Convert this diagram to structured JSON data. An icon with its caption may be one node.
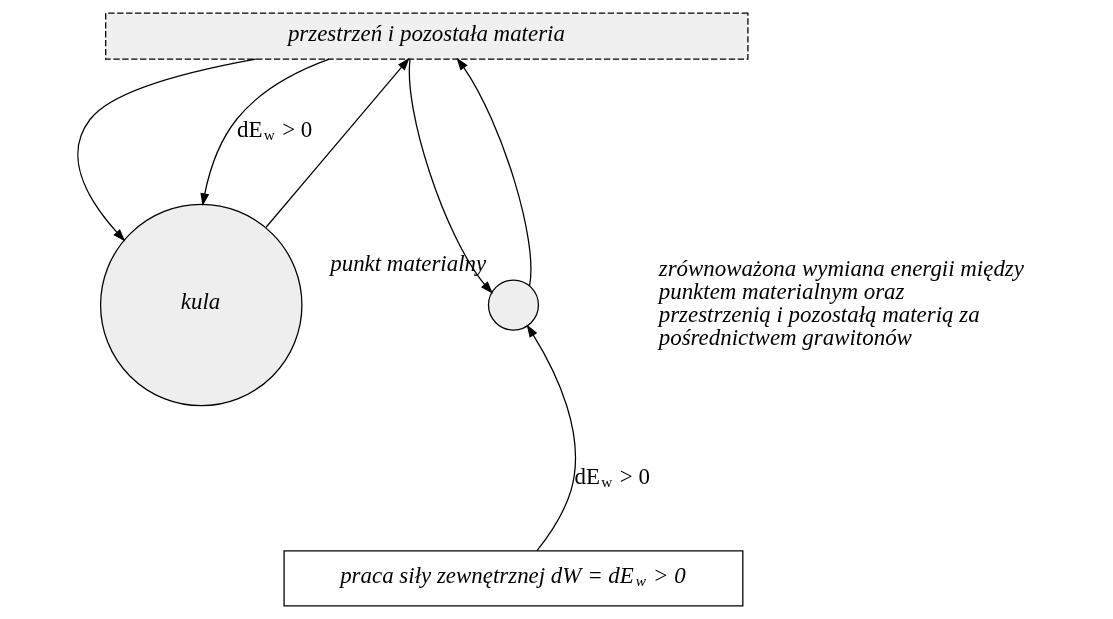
{
  "diagram": {
    "nodes": [
      {
        "text": [
          "przestrzeń i pozostała materia"
        ]
      },
      {
        "text": [
          "kula"
        ]
      },
      {
        "text": [],
        "shape": "circle",
        "beside": [
          "punkt materialny"
        ]
      },
      {
        "text": [
          "praca siły zewnętrznej dW = dE$_{w}$ > 0"
        ]
      }
    ],
    "edges": [
      {
        "from": 1,
        "to": 0,
        "arrow": "to"
      },
      {
        "from": 0,
        "to": 1,
        "arrow": "to"
      },
      {
        "from": 0,
        "to": 1,
        "arrow": "to",
        "label": "dE$_{w}$ > 0"
      },
      {
        "from": 2,
        "to": 0,
        "arrow": "to"
      },
      {
        "from": 0,
        "to": 2,
        "arrow": "to"
      },
      {
        "from": 3,
        "to": 2,
        "arrow": "to",
        "label": "dE$_{w}$ > 0"
      }
    ],
    "labels": [
      "zrównoważona wymiana energii między punktem materialnym oraz przestrzenią i pozostałą materią za pośrednictwem grawitonów"
    ]
  }
}
